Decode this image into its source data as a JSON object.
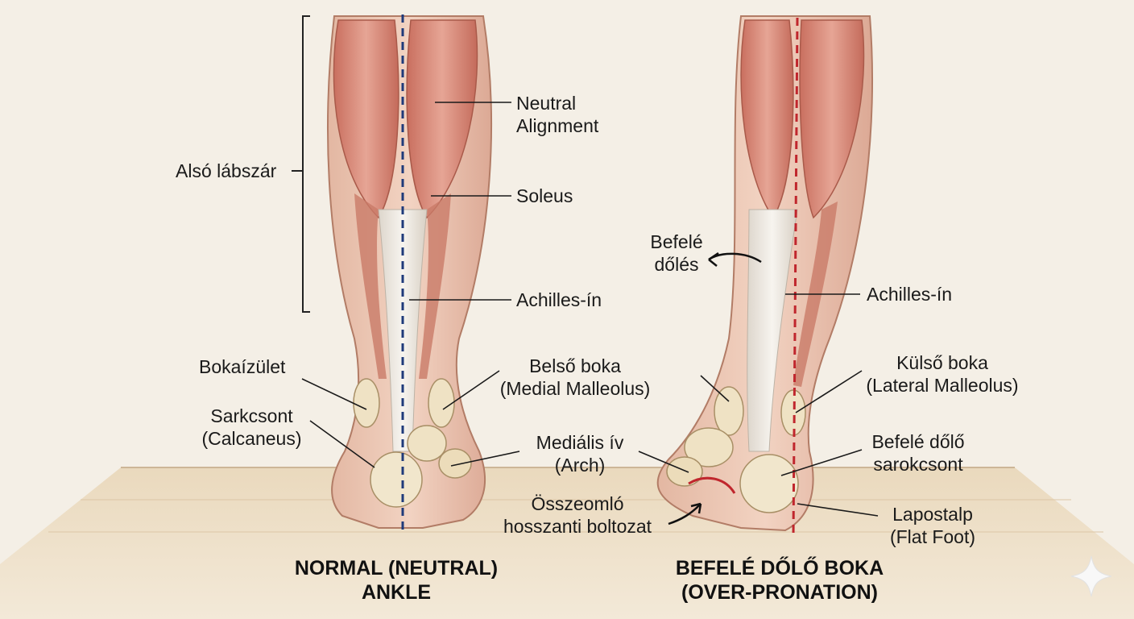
{
  "colors": {
    "background": "#f4efe6",
    "muscle": "#d98a7a",
    "tendon": "#ece8e2",
    "bone": "#efe2c4",
    "floor": "#e6d3b8",
    "normal_axis": "#1f3a7a",
    "pronation_axis": "#c0262d",
    "collapsed_arch": "#c0262d"
  },
  "normal": {
    "title_line1": "NORMAL (NEUTRAL)",
    "title_line2": "ANKLE",
    "labels": {
      "lower_leg": "Alsó lábszár",
      "neutral_line1": "Neutral",
      "neutral_line2": "Alignment",
      "soleus": "Soleus",
      "achilles": "Achilles-ín",
      "ankle_joint": "Bokaízület",
      "calcaneus_line1": "Sarkcsont",
      "calcaneus_line2": "(Calcaneus)",
      "medial_line1": "Belső boka",
      "medial_line2": "(Medial Malleolus)",
      "arch_line1": "Mediális ív",
      "arch_line2": "(Arch)"
    }
  },
  "pronation": {
    "title_line1": "BEFELÉ DŐLŐ BOKA",
    "title_line2": "(OVER-PRONATION)",
    "labels": {
      "inward_tilt_line1": "Befelé",
      "inward_tilt_line2": "dőlés",
      "achilles": "Achilles-ín",
      "lateral_line1": "Külső boka",
      "lateral_line2": "(Lateral Malleolus)",
      "heel_tilt_line1": "Befelé dőlő",
      "heel_tilt_line2": "sarokcsont",
      "flat_foot_line1": "Lapostalp",
      "flat_foot_line2": "(Flat Foot)",
      "collapsed_arch_line1": "Összeomló",
      "collapsed_arch_line2": "hosszanti boltozat"
    }
  },
  "icons": {
    "sparkle": "sparkle-icon"
  }
}
